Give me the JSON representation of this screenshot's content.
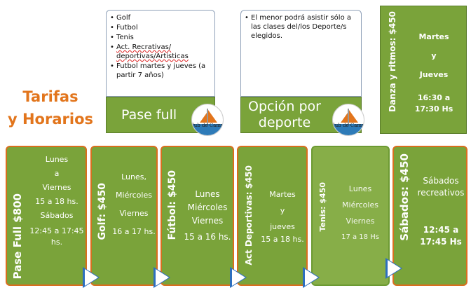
{
  "title": {
    "line1": "Tarifas",
    "line2": "y Horarios"
  },
  "pase_full_box": {
    "items": [
      "Golf",
      "Futbol",
      "Tenis",
      "Act. Recrativas/ deportivas/Artisticas",
      "Futbol martes y jueves (a partir 7 años)"
    ],
    "label": "Pase full"
  },
  "opcion_box": {
    "note": "El menor podrá asistir sólo a las clases del/los Deporte/s elegidos.",
    "label_line1": "Opción por",
    "label_line2": "deporte"
  },
  "logo": {
    "text": "lub de Camp"
  },
  "danza_box": {
    "vertical": "Danza y ritmos: $450",
    "days": [
      "Martes",
      "y",
      "Jueves"
    ],
    "time": "16:30 a 17:30 Hs"
  },
  "cards": [
    {
      "vertical": "Pase Full $800",
      "lines": [
        "Lunes",
        "a",
        "Viernes",
        "15 a 18 hs.",
        "Sábados",
        "12:45 a 17:45 hs."
      ]
    },
    {
      "vertical": "Golf: $450",
      "lines": [
        "Lunes,",
        "Miércoles",
        "Viernes",
        "16 a 17 hs."
      ]
    },
    {
      "vertical": "Fútbol: $450",
      "lines": [
        "Lunes",
        "Miércoles",
        "Viernes",
        "15 a 16 hs."
      ]
    },
    {
      "vertical": "Act Deportivas: $450",
      "lines": [
        "Martes",
        "y",
        "jueves",
        "15 a 18 hs."
      ]
    },
    {
      "vertical": "Tenis: $450",
      "lines": [
        "Lunes",
        "Miércoles",
        "Viernes",
        "17 a 18 Hs"
      ]
    },
    {
      "vertical": "Sábados: $450",
      "lines": [
        "Sábados recreativos",
        "12:45 a 17:45 Hs"
      ]
    }
  ],
  "colors": {
    "green": "#7aa33a",
    "orange": "#e2751c",
    "arrow": "#2d6fbf"
  }
}
